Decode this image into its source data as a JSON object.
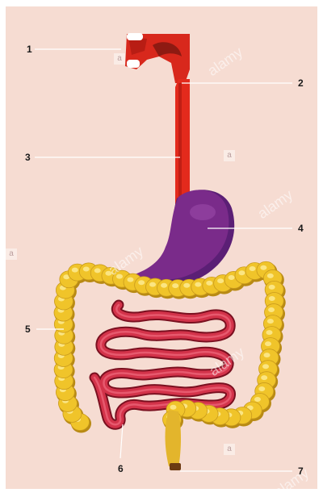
{
  "labels": [
    "1",
    "2",
    "3",
    "4",
    "5",
    "6",
    "7"
  ],
  "watermark": {
    "text": "alamy",
    "box_letter": "a"
  },
  "colors": {
    "background": "#f6dcd2",
    "esophagus": "#e32a1c",
    "stomach": "#7a2b8a",
    "large_intestine": "#f0c42a",
    "small_intestine": "#c8283a",
    "leader_line": "#ffffff"
  }
}
